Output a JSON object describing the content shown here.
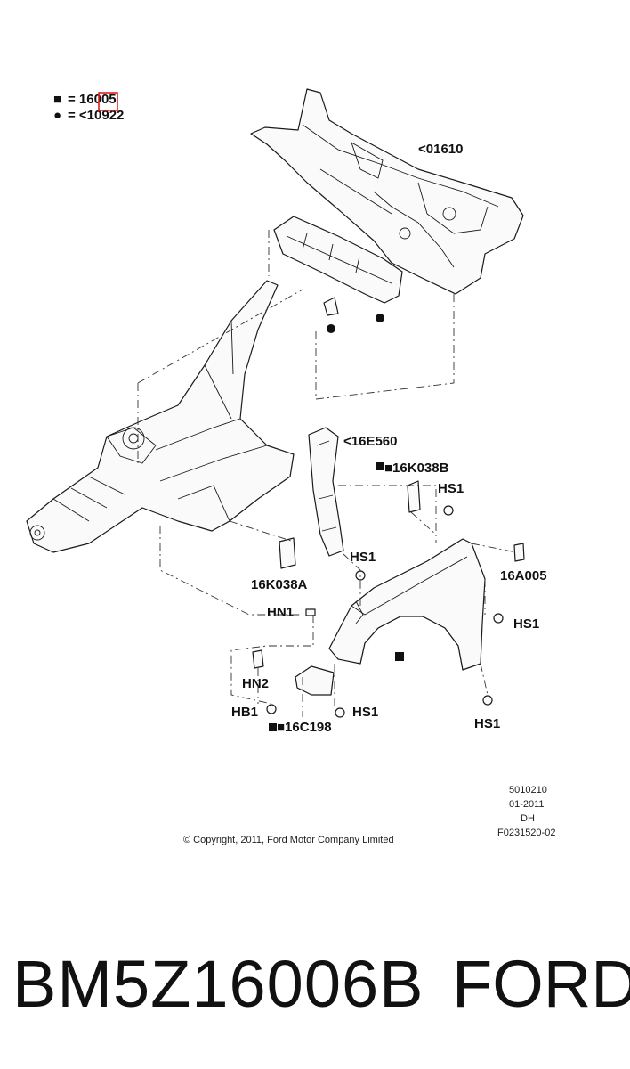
{
  "legend": [
    {
      "symbol": "■",
      "text": "= 16005"
    },
    {
      "symbol": "●",
      "text": "= <10922"
    }
  ],
  "callouts": {
    "dash_panel": "<01610",
    "fender_apron_seal": "<16E560",
    "bracket_upper": "■16K038B",
    "hs1_a": "HS1",
    "bracket_lower": "16K038A",
    "hs1_b": "HS1",
    "bracket_front": "16A005",
    "hn1": "HN1",
    "hs1_c": "HS1",
    "hn2": "HN2",
    "hb1": "HB1",
    "hs1_d": "HS1",
    "hs1_e": "HS1",
    "bracket_bottom": "■16C198"
  },
  "copyright": "© Copyright, 2011, Ford Motor Company Limited",
  "doc_info": [
    "5010210",
    "01-2011",
    "DH",
    "F0231520-02"
  ],
  "part_number": "BM5Z16006B",
  "brand": "FORD",
  "colors": {
    "highlight": "#e02020",
    "line": "#1a1a1a"
  }
}
